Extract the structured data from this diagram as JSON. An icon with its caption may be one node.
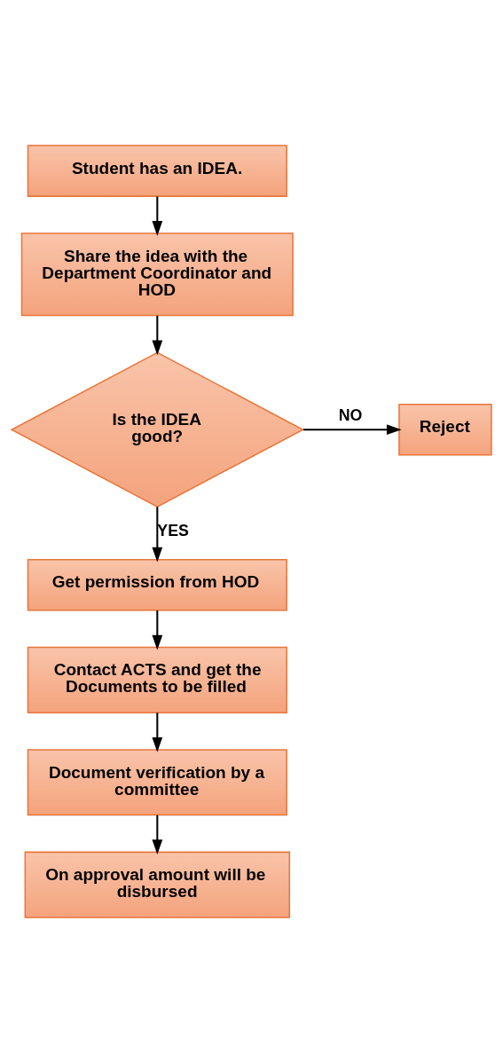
{
  "diagram": {
    "nodes": [
      {
        "text": [
          "Student has an IDEA."
        ]
      },
      {
        "text": [
          "Share the idea with the Department Coordinator and HOD"
        ]
      },
      {
        "text": [
          "Is the IDEA good?"
        ]
      },
      {
        "text": [
          "Reject"
        ]
      },
      {
        "text": [
          "Get permission from HOD"
        ]
      },
      {
        "text": [
          "Contact ACTS and get the Documents to be filled"
        ]
      },
      {
        "text": [
          "Document verification by a committee"
        ]
      },
      {
        "text": [
          "On approval amount will be disbursed"
        ]
      }
    ],
    "edges": [
      {
        "from": 0,
        "to": 1,
        "arrow": "to"
      },
      {
        "from": 1,
        "to": 2,
        "arrow": "to"
      },
      {
        "from": 2,
        "to": 3,
        "arrow": "to",
        "label": "NO"
      },
      {
        "from": 2,
        "to": 4,
        "arrow": "to",
        "label": "YES"
      },
      {
        "from": 4,
        "to": 5,
        "arrow": "to"
      },
      {
        "from": 5,
        "to": 6,
        "arrow": "to"
      },
      {
        "from": 6,
        "to": 7,
        "arrow": "to"
      }
    ]
  }
}
